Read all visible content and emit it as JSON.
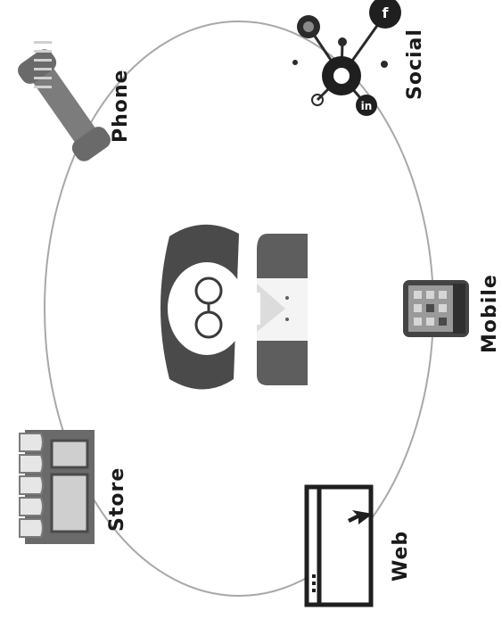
{
  "diagram": {
    "channels": [
      {
        "id": "phone",
        "label": "Phone"
      },
      {
        "id": "social",
        "label": "Social"
      },
      {
        "id": "mobile",
        "label": "Mobile"
      },
      {
        "id": "web",
        "label": "Web"
      },
      {
        "id": "store",
        "label": "Store"
      }
    ],
    "colors": {
      "ring": "#a8a8a8",
      "ink": "#1f1f1f",
      "dark_gray": "#5a5a5a",
      "mid_gray": "#8a8a8a",
      "light_gray": "#c9c9c9"
    },
    "center_figure": "customer-avatar"
  }
}
